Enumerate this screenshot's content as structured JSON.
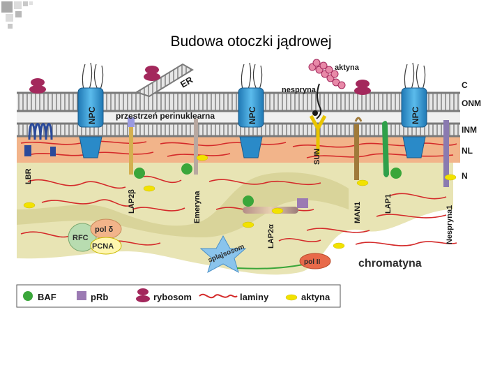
{
  "slide": {
    "title": "Budowa otoczki jądrowej"
  },
  "diagram": {
    "labels": {
      "er": "ER",
      "aktyna_top": "aktyna",
      "nespryna": "nespryna",
      "npc": "NPC",
      "perinuclear": "przestrzeń perinuklearna",
      "sun": "SUN",
      "lbr": "LBR",
      "lap2b": "LAP2β",
      "emeryna": "Emeryna",
      "lap2a": "LAP2α",
      "man1": "MAN1",
      "lap1": "LAP1",
      "nespryna1": "Nespryna1",
      "rfc": "RFC",
      "pol_delta": "pol δ",
      "pcna": "PCNA",
      "splajsosom": "splajsosom",
      "pol_ii": "pol II",
      "chromatyna": "chromatyna"
    },
    "side_labels": [
      "C",
      "ONM",
      "INM",
      "NL",
      "N"
    ]
  },
  "legend": {
    "items": [
      {
        "key": "baf",
        "label": "BAF",
        "color": "#3aa63a"
      },
      {
        "key": "prb",
        "label": "pRb",
        "color": "#9b7ab3"
      },
      {
        "key": "rybosom",
        "label": "rybosom",
        "color": "#a3285c"
      },
      {
        "key": "laminy",
        "label": "laminy",
        "color": "#d42a2a"
      },
      {
        "key": "aktyna",
        "label": "aktyna",
        "color": "#f2e200"
      }
    ]
  },
  "colors": {
    "membrane": "#8c8c8c",
    "lamina_band": "#f2b48a",
    "chromatin": "#e8e4b4",
    "npc": "#3aa0d8",
    "lamin": "#d42a2a"
  }
}
